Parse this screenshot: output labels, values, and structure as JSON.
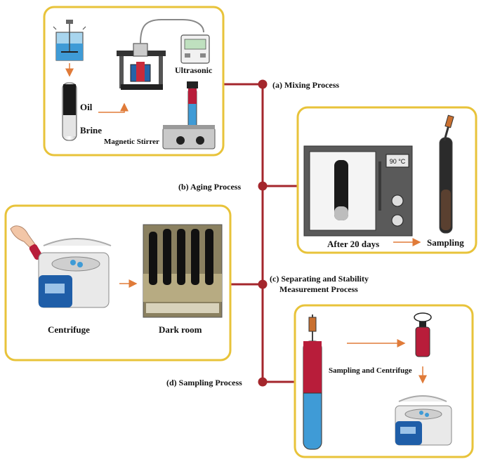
{
  "colors": {
    "frame": "#e8c33a",
    "timeline": "#a4262c",
    "arrow": "#e07b39",
    "brine": "#3f9bd6",
    "oil": "#b81d3a"
  },
  "stages": {
    "mixing": {
      "label": "(a) Mixing Process",
      "oil": "Oil",
      "brine": "Brine",
      "ultrasonic": "Ultrasonic",
      "stirrer": "Magnetic Stirrer"
    },
    "aging": {
      "label": "(b) Aging Process",
      "oven_temp": "90 °C",
      "after": "After 20 days",
      "sampling": "Sampling"
    },
    "separating": {
      "label_line1": "(c) Separating and Stability",
      "label_line2": "Measurement Process",
      "centrifuge": "Centrifuge",
      "dark_room": "Dark room"
    },
    "sampling": {
      "label": "(d) Sampling Process",
      "sampling_centrifuge": "Sampling and Centrifuge"
    }
  },
  "icons": [
    "beaker-with-impeller-icon",
    "test-tube-icon",
    "magnetic-stirrer-icon",
    "ultrasonic-device-icon",
    "oven-icon",
    "syringe-icon",
    "centrifuge-icon",
    "hand-icon",
    "tube-rack-icon",
    "probe-icon"
  ]
}
